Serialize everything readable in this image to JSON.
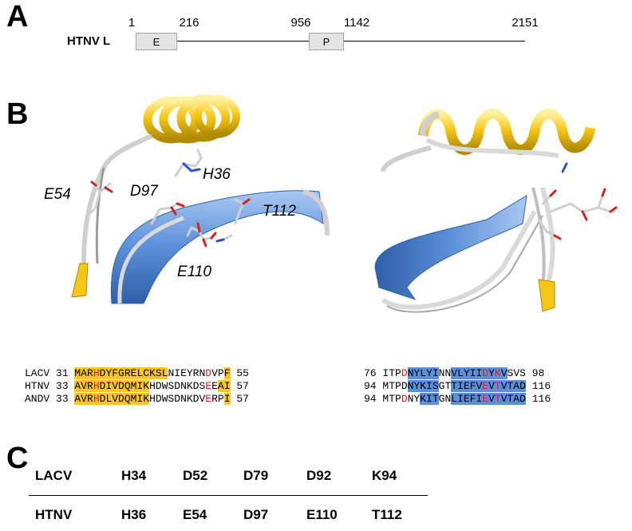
{
  "panels": {
    "a": "A",
    "b": "B",
    "c": "C"
  },
  "panel_a": {
    "protein_label": "HTNV L",
    "positions": [
      "1",
      "216",
      "956",
      "1142",
      "2151"
    ],
    "domains": [
      {
        "label": "E"
      },
      {
        "label": "P"
      }
    ]
  },
  "panel_b": {
    "residues": [
      "H36",
      "E54",
      "D97",
      "T112",
      "E110"
    ],
    "colors": {
      "helix": "#f5c518",
      "strand": "#5b8fd8",
      "loop": "#d9d9d9",
      "oxygen": "#d62020",
      "nitrogen": "#3050d0"
    }
  },
  "alignment": {
    "left": [
      {
        "name": "LACV",
        "start": "31",
        "end": "55",
        "segments": [
          [
            "y",
            "MAR"
          ],
          [
            "yr",
            "H"
          ],
          [
            "y",
            "DYFGRELCKSL"
          ],
          [
            "n",
            "NIEYRN"
          ],
          [
            "r",
            "D"
          ],
          [
            "n",
            "VP"
          ],
          [
            "y",
            "F"
          ]
        ]
      },
      {
        "name": "HTNV",
        "start": "33",
        "end": "57",
        "segments": [
          [
            "y",
            "AVR"
          ],
          [
            "yr",
            "H"
          ],
          [
            "y",
            "DIVDQMIK"
          ],
          [
            "n",
            "HDWSDNKDS"
          ],
          [
            "r",
            "E"
          ],
          [
            "n",
            "E"
          ],
          [
            "y",
            "AI"
          ]
        ]
      },
      {
        "name": "ANDV",
        "start": "33",
        "end": "57",
        "segments": [
          [
            "y",
            "AVR"
          ],
          [
            "yr",
            "H"
          ],
          [
            "y",
            "DLVDQMIK"
          ],
          [
            "n",
            "HDWSDNKDV"
          ],
          [
            "r",
            "E"
          ],
          [
            "n",
            "RP"
          ],
          [
            "y",
            "I"
          ]
        ]
      }
    ],
    "right": [
      {
        "start": "76",
        "end": "98",
        "segments": [
          [
            "n",
            "ITP"
          ],
          [
            "r",
            "D"
          ],
          [
            "b",
            "NYLYI"
          ],
          [
            "n",
            "NN"
          ],
          [
            "b",
            "VLYII"
          ],
          [
            "br",
            "D"
          ],
          [
            "b",
            "Y"
          ],
          [
            "br",
            "K"
          ],
          [
            "b",
            "V"
          ],
          [
            "n",
            "SVS"
          ]
        ]
      },
      {
        "start": "94",
        "end": "116",
        "segments": [
          [
            "n",
            "MTP"
          ],
          [
            "n",
            "D"
          ],
          [
            "b",
            "NYKIS"
          ],
          [
            "n",
            "GT"
          ],
          [
            "b",
            "TIEFV"
          ],
          [
            "br",
            "E"
          ],
          [
            "b",
            "V"
          ],
          [
            "br",
            "T"
          ],
          [
            "b",
            "VTAD"
          ]
        ]
      },
      {
        "start": "94",
        "end": "116",
        "segments": [
          [
            "n",
            "MTP"
          ],
          [
            "r",
            "D"
          ],
          [
            "n",
            "NY"
          ],
          [
            "b",
            "KIT"
          ],
          [
            "n",
            "GN"
          ],
          [
            "b",
            "LIEFI"
          ],
          [
            "br",
            "E"
          ],
          [
            "b",
            "V"
          ],
          [
            "br",
            "T"
          ],
          [
            "b",
            "VTAD"
          ]
        ]
      }
    ]
  },
  "table": {
    "rows": [
      [
        "LACV",
        "H34",
        "D52",
        "D79",
        "D92",
        "K94"
      ],
      [
        "HTNV",
        "H36",
        "E54",
        "D97",
        "E110",
        "T112"
      ]
    ]
  }
}
